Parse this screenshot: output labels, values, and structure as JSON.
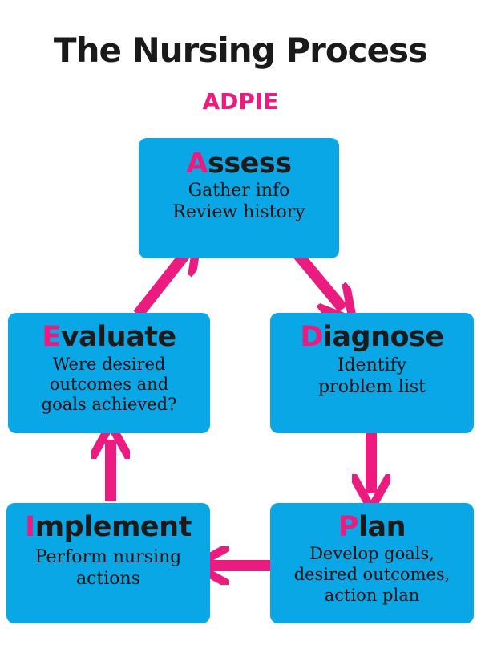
{
  "title": "The Nursing Process",
  "subtitle": "ADPIE",
  "colors": {
    "box": "#0aa7e6",
    "accent": "#ec1b7f",
    "text": "#1a1a1a"
  },
  "steps": {
    "assess": {
      "initial": "A",
      "rest": "ssess",
      "desc": "Gather info\nReview history"
    },
    "diagnose": {
      "initial": "D",
      "rest": "iagnose",
      "desc": "Identify\nproblem list"
    },
    "plan": {
      "initial": "P",
      "rest": "lan",
      "desc": "Develop goals,\ndesired outcomes,\naction plan"
    },
    "implement": {
      "initial": "I",
      "rest": "mplement",
      "desc": "Perform nursing\nactions"
    },
    "evaluate": {
      "initial": "E",
      "rest": "valuate",
      "desc": "Were desired\noutcomes and\ngoals achieved?"
    }
  }
}
